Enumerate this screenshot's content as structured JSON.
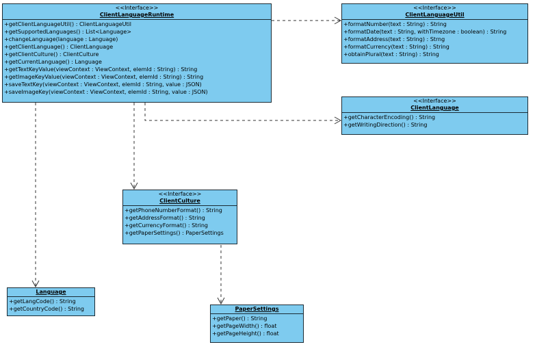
{
  "classes": {
    "runtime": {
      "stereotype": "<<Interface>>",
      "name": "ClientLanguageRuntime",
      "operations": [
        "+getClientLanguageUtil() : ClientLanguageUtil",
        "+getSupportedLanguages() : List<Language>",
        "+changeLanguage(language : Language)",
        "+getClientLanguage() : ClientLanguage",
        "+getClientCulture() : ClientCulture",
        "+getCurrentLanguage() : Language",
        "+getTextKeyValue(viewContext : ViewContext, elemId : String) : String",
        "+getImageKeyValue(viewContext : ViewContext, elemId : String) : String",
        "+saveTextKey(viewContext : ViewContext, elemId : String, value : JSON)",
        "+saveImageKey(viewContext : ViewContext, elemId : String, value : JSON)"
      ]
    },
    "util": {
      "stereotype": "<<Interface>>",
      "name": "ClientLanguageUtil",
      "operations": [
        "+formatNumber(text : String) : String",
        "+formatDate(text : String, withTimezone : boolean) : String",
        "+formatAddress(text : String) : Strng",
        "+formatCurrency(text : String) : String",
        "+obtainPlural(text : String) : String"
      ]
    },
    "clientLanguage": {
      "stereotype": "<<Interface>>",
      "name": "ClientLanguage",
      "operations": [
        "+getCharacterEncoding() : String",
        "+getWritingDirection() : String"
      ]
    },
    "culture": {
      "stereotype": "<<Interface>>",
      "name": "ClientCulture",
      "operations": [
        "+getPhoneNumberFormat() : String",
        "+getAddressFormat() : String",
        "+getCurrencyFormat() : String",
        "+getPaperSettings() : PaperSettings"
      ]
    },
    "language": {
      "name": "Language",
      "operations": [
        "+getLangCode() : String",
        "+getCountryCode() : String"
      ]
    },
    "paper": {
      "name": "PaperSettings",
      "operations": [
        "+getPaper() : String",
        "+getPageWidth() : float",
        "+getPageHeight() : float"
      ]
    }
  },
  "colors": {
    "box_fill": "#7ecbef",
    "box_border": "#1b2a33",
    "line": "#333333"
  }
}
